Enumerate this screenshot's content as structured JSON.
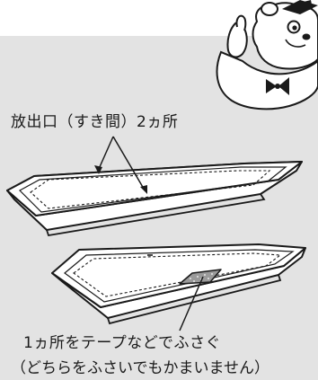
{
  "diagram": {
    "vent_label": "放出口（すき間）2ヵ所",
    "note_line1": "1ヵ所をテープなどでふさぐ",
    "note_line2": "（どちらをふさいでもかまいません）"
  },
  "colors": {
    "panel_background": "#e3e3e3",
    "tray_fill": "#ffffff",
    "tray_stroke": "#1a1a1a",
    "tape_fill": "#9a9a9a"
  },
  "icons": {
    "mascot": "bear-mascot-icon",
    "tray_top": "tray-open-icon",
    "tray_bottom": "tray-taped-icon",
    "tape": "tape-patch-icon"
  }
}
